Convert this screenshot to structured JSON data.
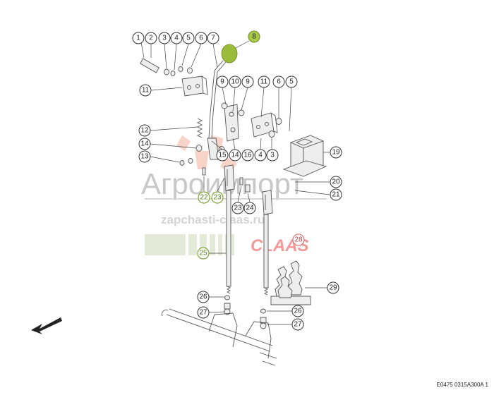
{
  "watermark": {
    "brand_text": "Агроимпорт",
    "url_text": "zapchasti-claas.ru",
    "logo_text": "CLAAS"
  },
  "reference_code": "E0475 0315A300A 1",
  "colors": {
    "callout_green_fill": "#a9c94a",
    "callout_green_outline": "#7fa330",
    "callout_red_outline": "#d06060",
    "watermark_red": "#e03a3a",
    "knob_green": "#9bbb3a"
  },
  "callouts": [
    {
      "label": "1",
      "style": "plain"
    },
    {
      "label": "2",
      "style": "plain"
    },
    {
      "label": "3",
      "style": "plain"
    },
    {
      "label": "4",
      "style": "plain"
    },
    {
      "label": "5",
      "style": "plain"
    },
    {
      "label": "6",
      "style": "plain"
    },
    {
      "label": "7",
      "style": "plain"
    },
    {
      "label": "8",
      "style": "green"
    },
    {
      "label": "11",
      "style": "plain"
    },
    {
      "label": "9",
      "style": "plain"
    },
    {
      "label": "10",
      "style": "plain"
    },
    {
      "label": "9",
      "style": "plain"
    },
    {
      "label": "11",
      "style": "plain"
    },
    {
      "label": "6",
      "style": "plain"
    },
    {
      "label": "5",
      "style": "plain"
    },
    {
      "label": "12",
      "style": "plain"
    },
    {
      "label": "14",
      "style": "plain"
    },
    {
      "label": "13",
      "style": "plain"
    },
    {
      "label": "15",
      "style": "plain"
    },
    {
      "label": "14",
      "style": "plain"
    },
    {
      "label": "16",
      "style": "plain"
    },
    {
      "label": "4",
      "style": "plain"
    },
    {
      "label": "3",
      "style": "plain"
    },
    {
      "label": "19",
      "style": "plain"
    },
    {
      "label": "20",
      "style": "plain"
    },
    {
      "label": "21",
      "style": "plain"
    },
    {
      "label": "22",
      "style": "green-outline"
    },
    {
      "label": "23",
      "style": "green-outline"
    },
    {
      "label": "23",
      "style": "plain"
    },
    {
      "label": "24",
      "style": "plain"
    },
    {
      "label": "25",
      "style": "green-outline"
    },
    {
      "label": "28",
      "style": "red-outline"
    },
    {
      "label": "29",
      "style": "plain"
    },
    {
      "label": "26",
      "style": "plain"
    },
    {
      "label": "27",
      "style": "plain"
    },
    {
      "label": "26",
      "style": "plain"
    },
    {
      "label": "27",
      "style": "plain"
    }
  ],
  "direction_arrow": {
    "icon": "arrow-down-left-icon"
  }
}
